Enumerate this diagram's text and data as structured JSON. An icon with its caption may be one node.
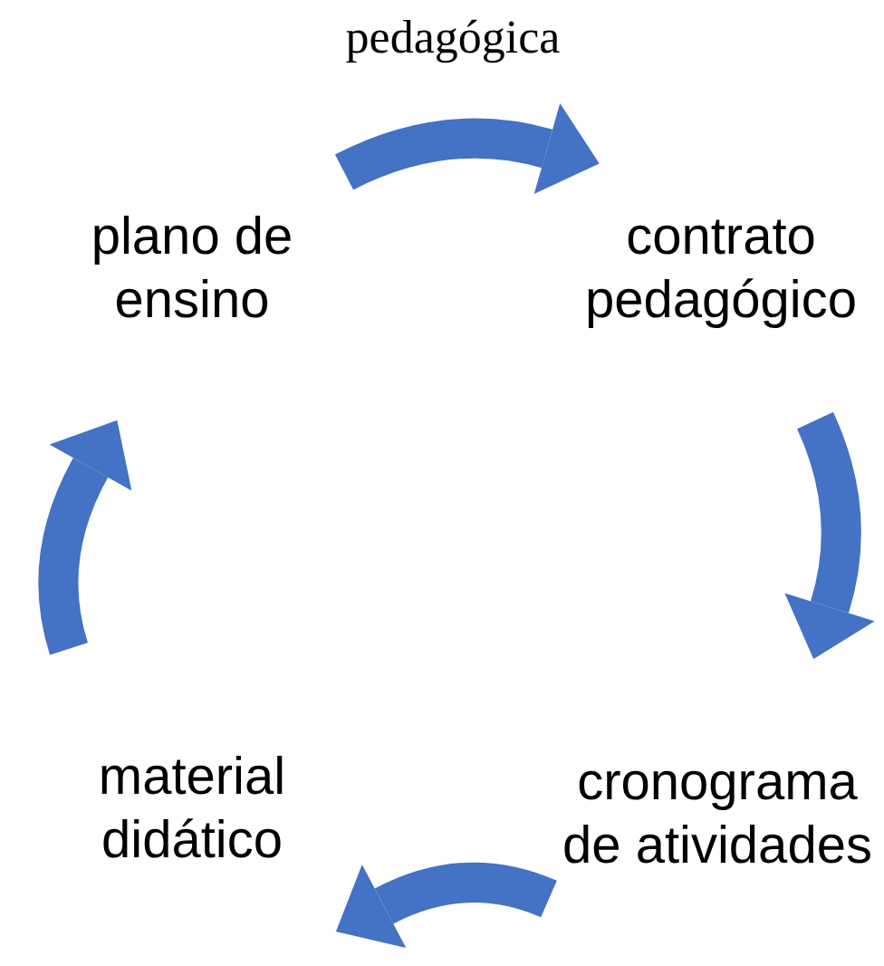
{
  "diagram": {
    "nodes": [
      {
        "text": [
          "plano de ensino"
        ]
      },
      {
        "text": [
          "contrato pedagógico"
        ]
      },
      {
        "text": [
          "cronograma de atividades"
        ]
      },
      {
        "text": [
          "material didático"
        ]
      }
    ],
    "edges": [
      {
        "from": 0,
        "to": 1,
        "arrow": "to"
      },
      {
        "from": 1,
        "to": 2,
        "arrow": "to"
      },
      {
        "from": 2,
        "to": 3,
        "arrow": "to"
      },
      {
        "from": 3,
        "to": 0,
        "arrow": "to"
      }
    ],
    "labels": [
      "pedagógica"
    ]
  }
}
